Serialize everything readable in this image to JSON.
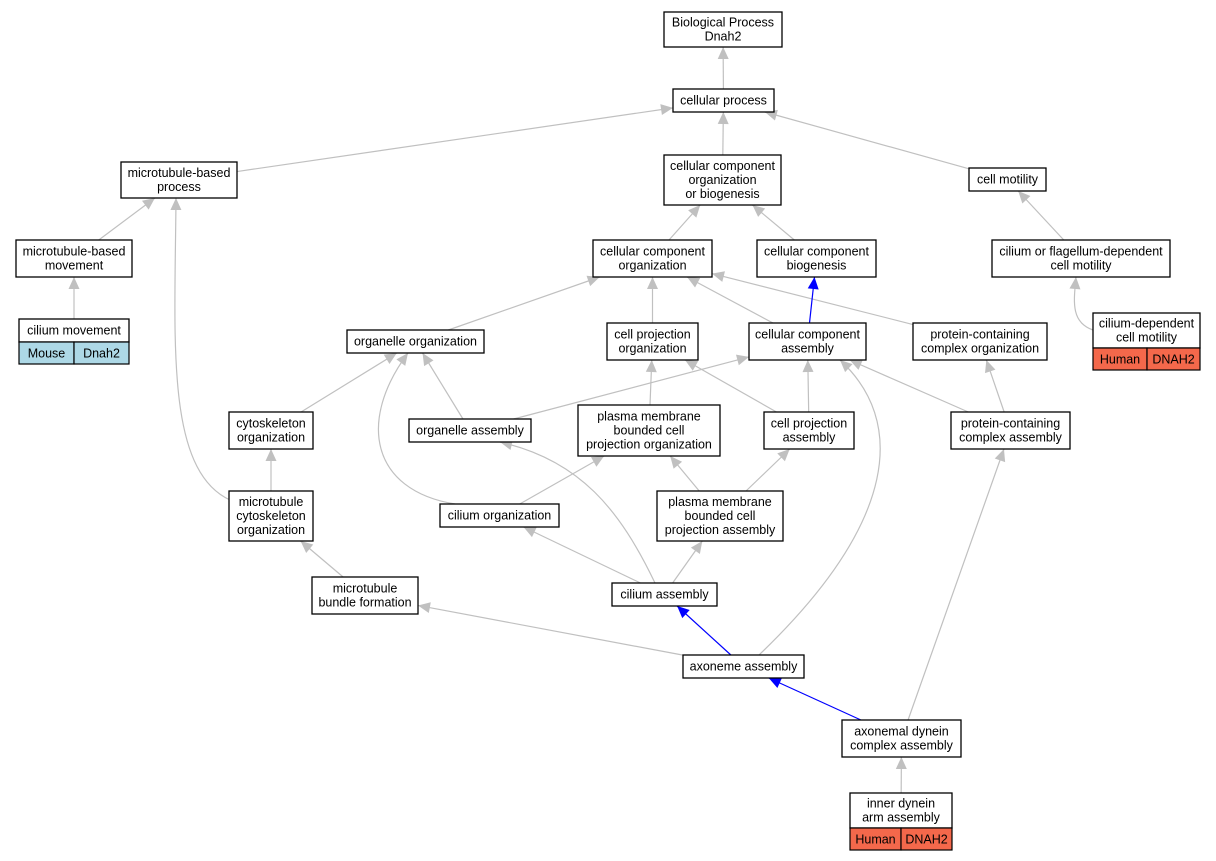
{
  "colors": {
    "edge_gray": "#c0c0c0",
    "edge_blue": "#0000ff",
    "mouse_bg": "#add8e6",
    "human_bg": "#f4684b"
  },
  "nodes": {
    "bp": {
      "lines": [
        "Biological Process",
        "Dnah2"
      ]
    },
    "cp": {
      "lines": [
        "cellular process"
      ]
    },
    "mtbp": {
      "lines": [
        "microtubule-based",
        "process"
      ]
    },
    "ccob": {
      "lines": [
        "cellular component",
        "organization",
        "or biogenesis"
      ]
    },
    "cmot": {
      "lines": [
        "cell motility"
      ]
    },
    "mtbm": {
      "lines": [
        "microtubule-based",
        "movement"
      ]
    },
    "cco": {
      "lines": [
        "cellular component",
        "organization"
      ]
    },
    "ccb": {
      "lines": [
        "cellular component",
        "biogenesis"
      ]
    },
    "cfdm": {
      "lines": [
        "cilium or flagellum-dependent",
        "cell motility"
      ]
    },
    "cmov": {
      "lines": [
        "cilium movement"
      ],
      "annotation": {
        "species": "Mouse",
        "gene": "Dnah2",
        "color": "mouse"
      }
    },
    "orgo": {
      "lines": [
        "organelle organization"
      ]
    },
    "cpo": {
      "lines": [
        "cell projection",
        "organization"
      ]
    },
    "cca": {
      "lines": [
        "cellular component",
        "assembly"
      ]
    },
    "pcco": {
      "lines": [
        "protein-containing",
        "complex organization"
      ]
    },
    "cdcm": {
      "lines": [
        "cilium-dependent",
        "cell motility"
      ],
      "annotation": {
        "species": "Human",
        "gene": "DNAH2",
        "color": "human"
      }
    },
    "csko": {
      "lines": [
        "cytoskeleton",
        "organization"
      ]
    },
    "orga": {
      "lines": [
        "organelle assembly"
      ]
    },
    "pmbo": {
      "lines": [
        "plasma membrane",
        "bounded cell",
        "projection organization"
      ]
    },
    "cpa": {
      "lines": [
        "cell projection",
        "assembly"
      ]
    },
    "pcca": {
      "lines": [
        "protein-containing",
        "complex assembly"
      ]
    },
    "mtco": {
      "lines": [
        "microtubule",
        "cytoskeleton",
        "organization"
      ]
    },
    "cilo": {
      "lines": [
        "cilium organization"
      ]
    },
    "pmba": {
      "lines": [
        "plasma membrane",
        "bounded cell",
        "projection assembly"
      ]
    },
    "mtbf": {
      "lines": [
        "microtubule",
        "bundle formation"
      ]
    },
    "cila": {
      "lines": [
        "cilium assembly"
      ]
    },
    "axa": {
      "lines": [
        "axoneme assembly"
      ]
    },
    "adca": {
      "lines": [
        "axonemal dynein",
        "complex assembly"
      ]
    },
    "idaa": {
      "lines": [
        "inner dynein",
        "arm assembly"
      ],
      "annotation": {
        "species": "Human",
        "gene": "DNAH2",
        "color": "human"
      }
    }
  },
  "edges": [
    {
      "from": "cp",
      "to": "bp",
      "color": "gray"
    },
    {
      "from": "mtbp",
      "to": "cp",
      "color": "gray"
    },
    {
      "from": "ccob",
      "to": "cp",
      "color": "gray"
    },
    {
      "from": "cmot",
      "to": "cp",
      "color": "gray"
    },
    {
      "from": "mtbm",
      "to": "mtbp",
      "color": "gray"
    },
    {
      "from": "cco",
      "to": "ccob",
      "color": "gray"
    },
    {
      "from": "ccb",
      "to": "ccob",
      "color": "gray"
    },
    {
      "from": "cfdm",
      "to": "cmot",
      "color": "gray"
    },
    {
      "from": "cmov",
      "to": "mtbm",
      "color": "gray"
    },
    {
      "from": "cdcm",
      "to": "cfdm",
      "color": "gray"
    },
    {
      "from": "orgo",
      "to": "cco",
      "color": "gray"
    },
    {
      "from": "cpo",
      "to": "cco",
      "color": "gray"
    },
    {
      "from": "cca",
      "to": "cco",
      "color": "gray"
    },
    {
      "from": "pcco",
      "to": "cco",
      "color": "gray"
    },
    {
      "from": "cca",
      "to": "ccb",
      "color": "blue"
    },
    {
      "from": "csko",
      "to": "orgo",
      "color": "gray"
    },
    {
      "from": "orga",
      "to": "orgo",
      "color": "gray"
    },
    {
      "from": "cilo",
      "to": "orgo",
      "color": "gray"
    },
    {
      "from": "orga",
      "to": "cca",
      "color": "gray"
    },
    {
      "from": "pmbo",
      "to": "cpo",
      "color": "gray"
    },
    {
      "from": "cpa",
      "to": "cpo",
      "color": "gray"
    },
    {
      "from": "cpa",
      "to": "cca",
      "color": "gray"
    },
    {
      "from": "pcca",
      "to": "cca",
      "color": "gray"
    },
    {
      "from": "pcca",
      "to": "pcco",
      "color": "gray"
    },
    {
      "from": "mtco",
      "to": "csko",
      "color": "gray"
    },
    {
      "from": "mtco",
      "to": "mtbp",
      "color": "gray"
    },
    {
      "from": "cilo",
      "to": "pmbo",
      "color": "gray"
    },
    {
      "from": "pmba",
      "to": "pmbo",
      "color": "gray"
    },
    {
      "from": "pmba",
      "to": "cpa",
      "color": "gray"
    },
    {
      "from": "mtbf",
      "to": "mtco",
      "color": "gray"
    },
    {
      "from": "cila",
      "to": "cilo",
      "color": "gray"
    },
    {
      "from": "cila",
      "to": "pmba",
      "color": "gray"
    },
    {
      "from": "cila",
      "to": "orga",
      "color": "gray"
    },
    {
      "from": "axa",
      "to": "cila",
      "color": "blue"
    },
    {
      "from": "axa",
      "to": "mtbf",
      "color": "gray"
    },
    {
      "from": "axa",
      "to": "cca",
      "color": "gray"
    },
    {
      "from": "adca",
      "to": "axa",
      "color": "blue"
    },
    {
      "from": "adca",
      "to": "pcca",
      "color": "gray"
    },
    {
      "from": "idaa",
      "to": "adca",
      "color": "gray"
    }
  ]
}
